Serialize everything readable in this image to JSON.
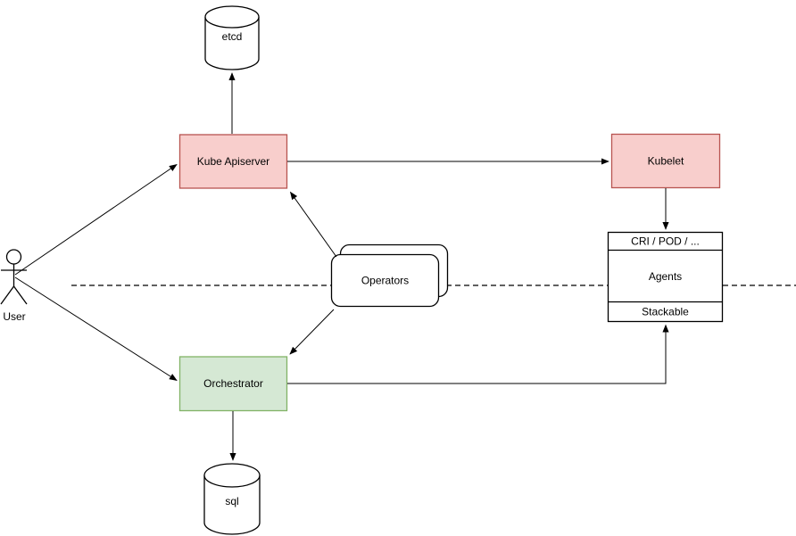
{
  "diagram": {
    "title": "kubernetes-architecture-diagram",
    "colors": {
      "background": "#ffffff",
      "line": "#000000",
      "red_fill": "#f8cecc",
      "red_stroke": "#b85450",
      "green_fill": "#d5e8d4",
      "green_stroke": "#82b366",
      "plain_fill": "#ffffff",
      "plain_stroke": "#000000"
    },
    "nodes": {
      "etcd": {
        "label": "etcd",
        "shape": "cylinder"
      },
      "kube_apiserver": {
        "label": "Kube Apiserver",
        "shape": "rect"
      },
      "kubelet": {
        "label": "Kubelet",
        "shape": "rect"
      },
      "operators": {
        "label": "Operators",
        "shape": "stacked-rounded-rect"
      },
      "agents_stack": {
        "header": "CRI / POD / ...",
        "body": "Agents",
        "footer": "Stackable",
        "shape": "stack"
      },
      "orchestrator": {
        "label": "Orchestrator",
        "shape": "rect"
      },
      "sql": {
        "label": "sql",
        "shape": "cylinder"
      },
      "user": {
        "label": "User",
        "shape": "actor"
      }
    },
    "edges": [
      {
        "from": "user",
        "to": "kube_apiserver",
        "arrow": "end"
      },
      {
        "from": "user",
        "to": "orchestrator",
        "arrow": "end"
      },
      {
        "from": "kube_apiserver",
        "to": "etcd",
        "arrow": "end"
      },
      {
        "from": "kube_apiserver",
        "to": "kubelet",
        "arrow": "end"
      },
      {
        "from": "kubelet",
        "to": "agents_stack",
        "arrow": "end"
      },
      {
        "from": "operators",
        "to": "kube_apiserver",
        "arrow": "end"
      },
      {
        "from": "operators",
        "to": "orchestrator",
        "arrow": "end"
      },
      {
        "from": "orchestrator",
        "to": "agents_stack",
        "arrow": "end"
      },
      {
        "separator": "dashed horizontal line across middle"
      }
    ]
  }
}
